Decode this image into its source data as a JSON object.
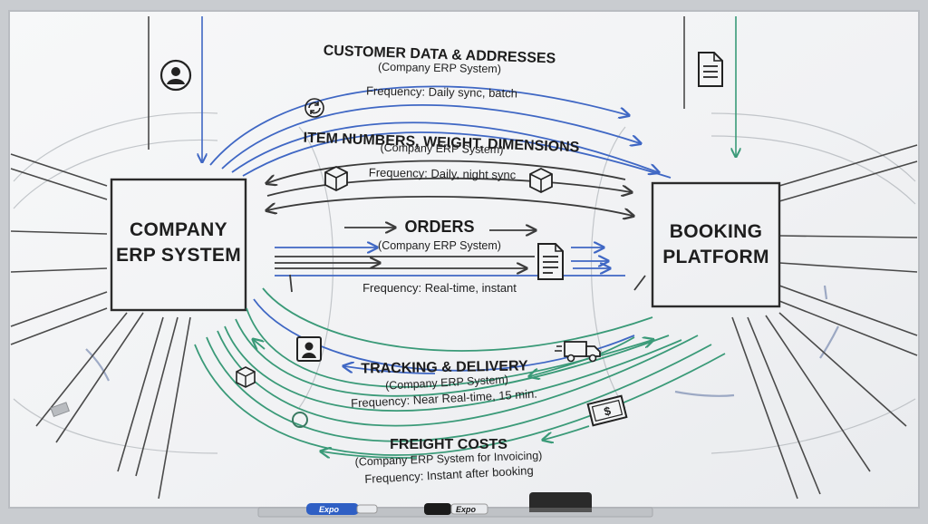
{
  "nodes": {
    "left": {
      "line1": "COMPANY",
      "line2": "ERP SYSTEM"
    },
    "right": {
      "line1": "BOOKING",
      "line2": "PLATFORM"
    }
  },
  "flows": [
    {
      "title": "CUSTOMER DATA & ADDRESSES",
      "source": "(Company ERP System)",
      "frequency": "Frequency: Daily sync, batch",
      "icons": [
        "user-icon",
        "sync-icon"
      ]
    },
    {
      "title": "ITEM NUMBERS, WEIGHT, DIMENSIONS",
      "source": "(Company ERP System)",
      "frequency": "Frequency: Daily, night sync",
      "icons": [
        "box-icon"
      ]
    },
    {
      "title": "ORDERS",
      "source": "(Company ERP System)",
      "frequency": "Frequency: Real-time, instant",
      "icons": [
        "document-icon"
      ]
    },
    {
      "title": "TRACKING & DELIVERY",
      "source": "(Company ERP System)",
      "frequency": "Frequency: Near Real-time, 15 min.",
      "icons": [
        "truck-icon",
        "user-icon"
      ]
    },
    {
      "title": "FREIGHT COSTS",
      "source": "(Company ERP System for Invoicing)",
      "frequency": "Frequency: Instant after booking",
      "icons": [
        "money-icon"
      ]
    }
  ],
  "markers": {
    "blue_brand": "Expo",
    "black_brand": "Expo"
  },
  "colors": {
    "blue": "#3f67c4",
    "green": "#3a9a78",
    "dark": "#3b3b3b",
    "faint": "#8e9297",
    "board": "#f4f5f6"
  }
}
